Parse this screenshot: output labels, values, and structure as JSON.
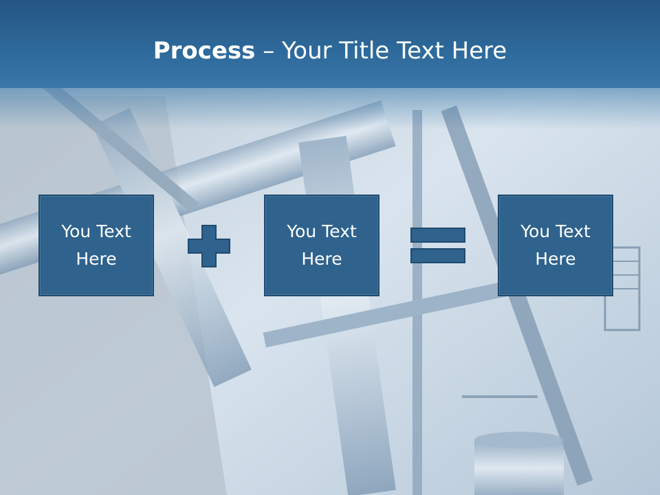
{
  "slide": {
    "title_bold": "Process",
    "title_rest": " – Your Title Text Here",
    "boxes": [
      {
        "label": "You Text Here"
      },
      {
        "label": "You Text Here"
      },
      {
        "label": "You Text Here"
      }
    ],
    "operators": [
      "plus-icon",
      "equals-icon"
    ]
  },
  "colors": {
    "header": "#2e6a9c",
    "box_fill": "#2f628d",
    "box_border": "#1f4a6e",
    "operator": "#2f628d",
    "text": "#ffffff"
  }
}
